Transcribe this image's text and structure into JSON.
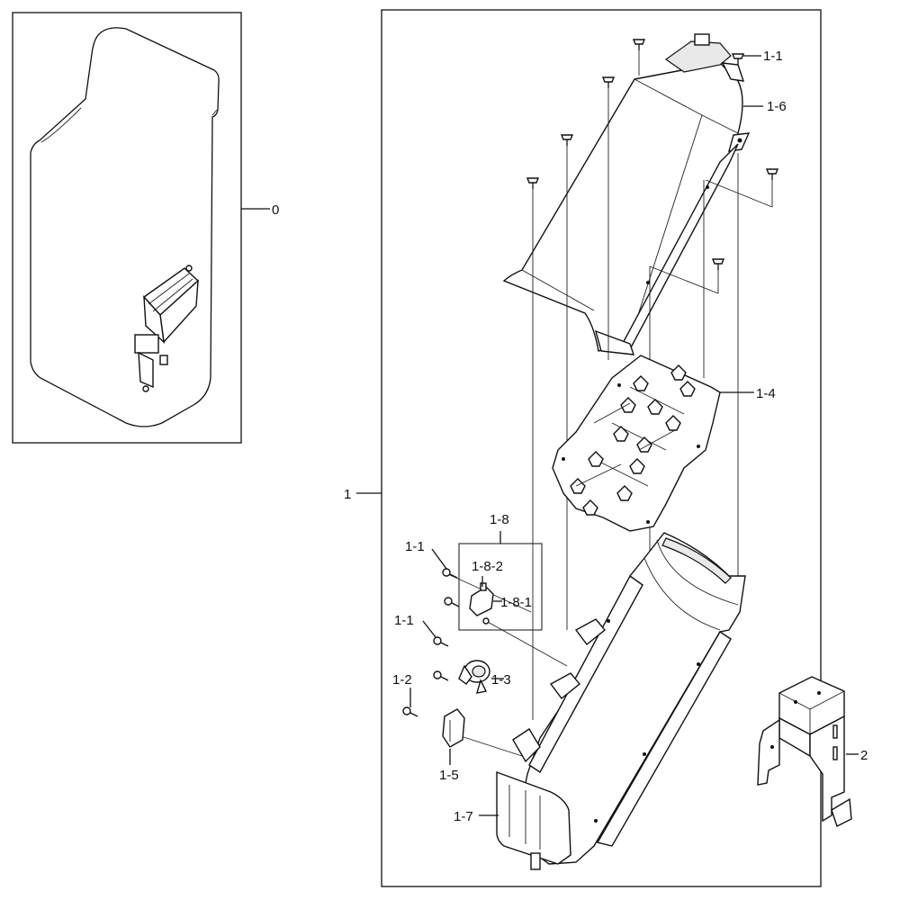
{
  "callouts": {
    "c0": "0",
    "c1": "1",
    "c1_1_top": "1-1",
    "c1_6": "1-6",
    "c1_4": "1-4",
    "c1_8": "1-8",
    "c1_8_2": "1-8-2",
    "c1_8_1": "1-8-1",
    "c1_1_mid_a": "1-1",
    "c1_1_mid_b": "1-1",
    "c1_3": "1-3",
    "c1_2": "1-2",
    "c1_5": "1-5",
    "c1_7": "1-7",
    "c2": "2"
  }
}
